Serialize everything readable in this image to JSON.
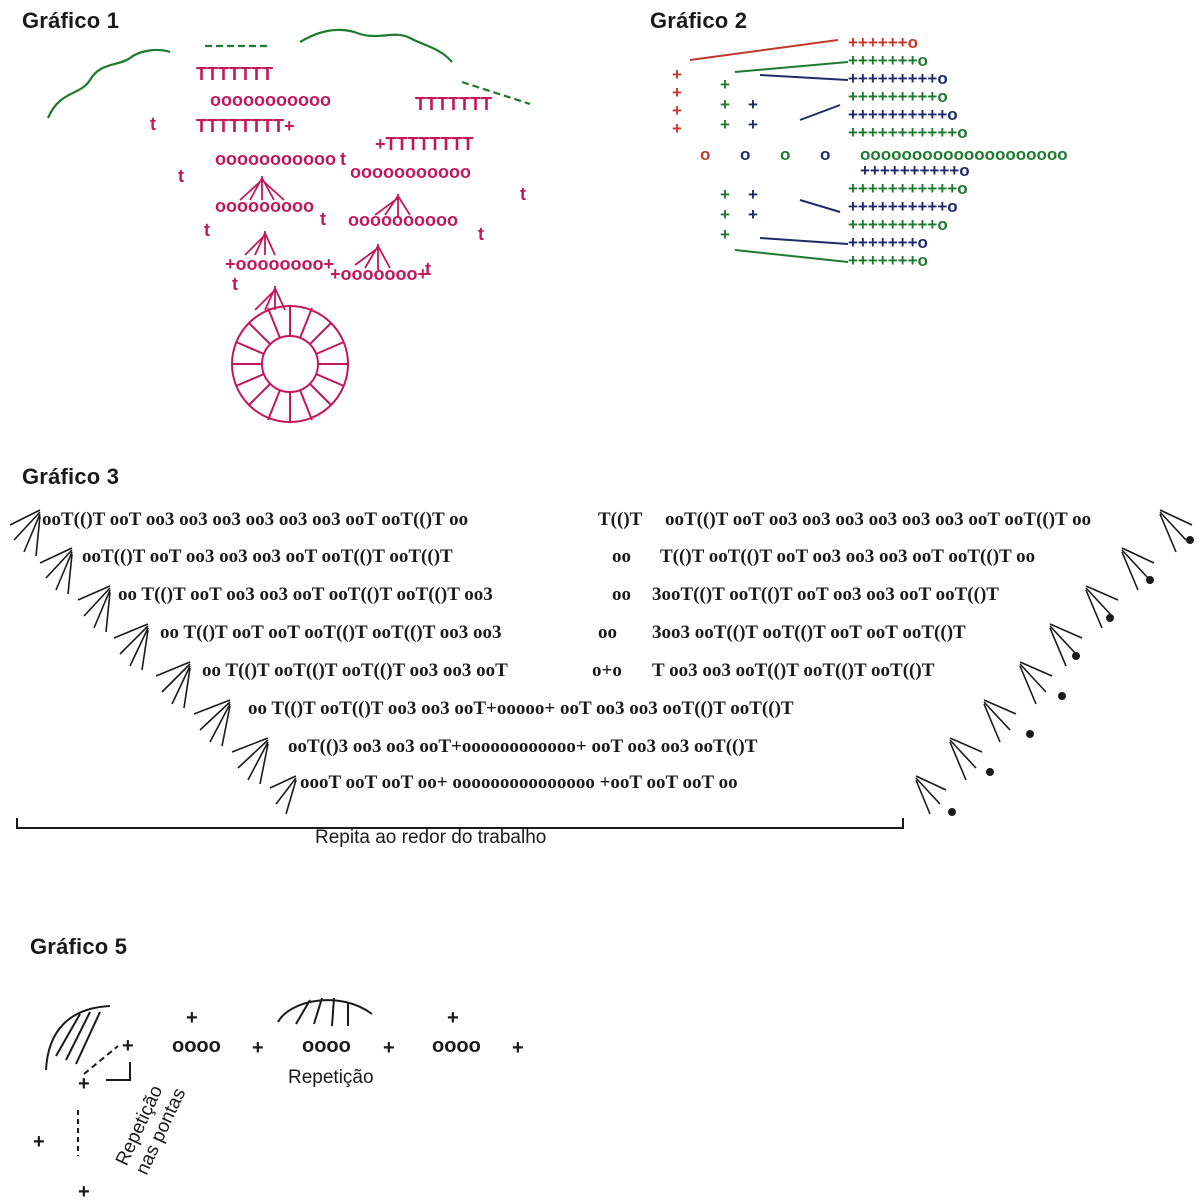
{
  "titles": {
    "chart1": "Gráfico 1",
    "chart2": "Gráfico 2",
    "chart3": "Gráfico 3",
    "chart5": "Gráfico 5"
  },
  "captions": {
    "chart3_bracket": "Repita ao redor do trabalho",
    "chart5_repeat": "Repetição",
    "chart5_repeat_ends_line1": "Repetição",
    "chart5_repeat_ends_line2": "nas pontas"
  },
  "colors": {
    "ink": "#1a1a1a",
    "magenta": "#c2185b",
    "green": "#1e7a2e",
    "navy": "#1f2a6b",
    "red": "#c0392b"
  },
  "symbols": {
    "chain": "ooo",
    "single_crochet": "+",
    "double_crochet": "T",
    "cluster": "T(()T",
    "three": "3"
  }
}
